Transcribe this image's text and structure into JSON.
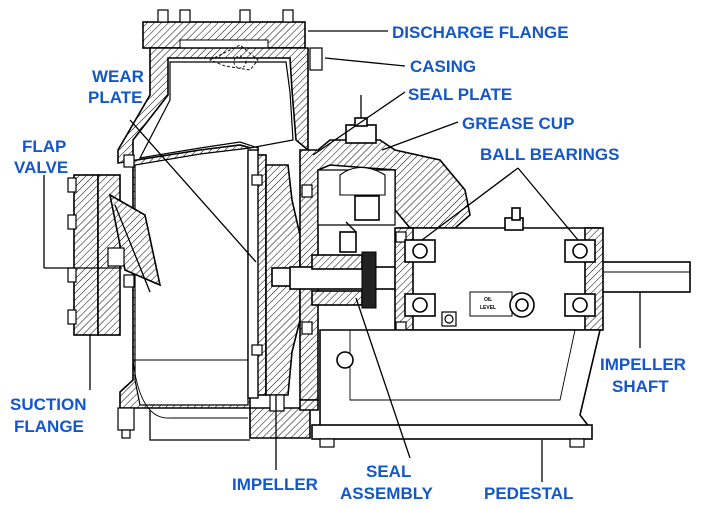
{
  "labels": {
    "discharge_flange": "DISCHARGE FLANGE",
    "casing": "CASING",
    "wear_plate_1": "WEAR",
    "wear_plate_2": "PLATE",
    "seal_plate": "SEAL PLATE",
    "flap_valve_1": "FLAP",
    "flap_valve_2": "VALVE",
    "grease_cup": "GREASE CUP",
    "ball_bearings": "BALL BEARINGS",
    "impeller_shaft_1": "IMPELLER",
    "impeller_shaft_2": "SHAFT",
    "suction_flange_1": "SUCTION",
    "suction_flange_2": "FLANGE",
    "impeller": "IMPELLER",
    "seal_assembly_1": "SEAL",
    "seal_assembly_2": "ASSEMBLY",
    "pedestal": "PEDESTAL",
    "oil_level_1": "OIL",
    "oil_level_2": "LEVEL"
  },
  "colors": {
    "label": "#1457c8",
    "line": "#000000",
    "background": "#ffffff"
  }
}
